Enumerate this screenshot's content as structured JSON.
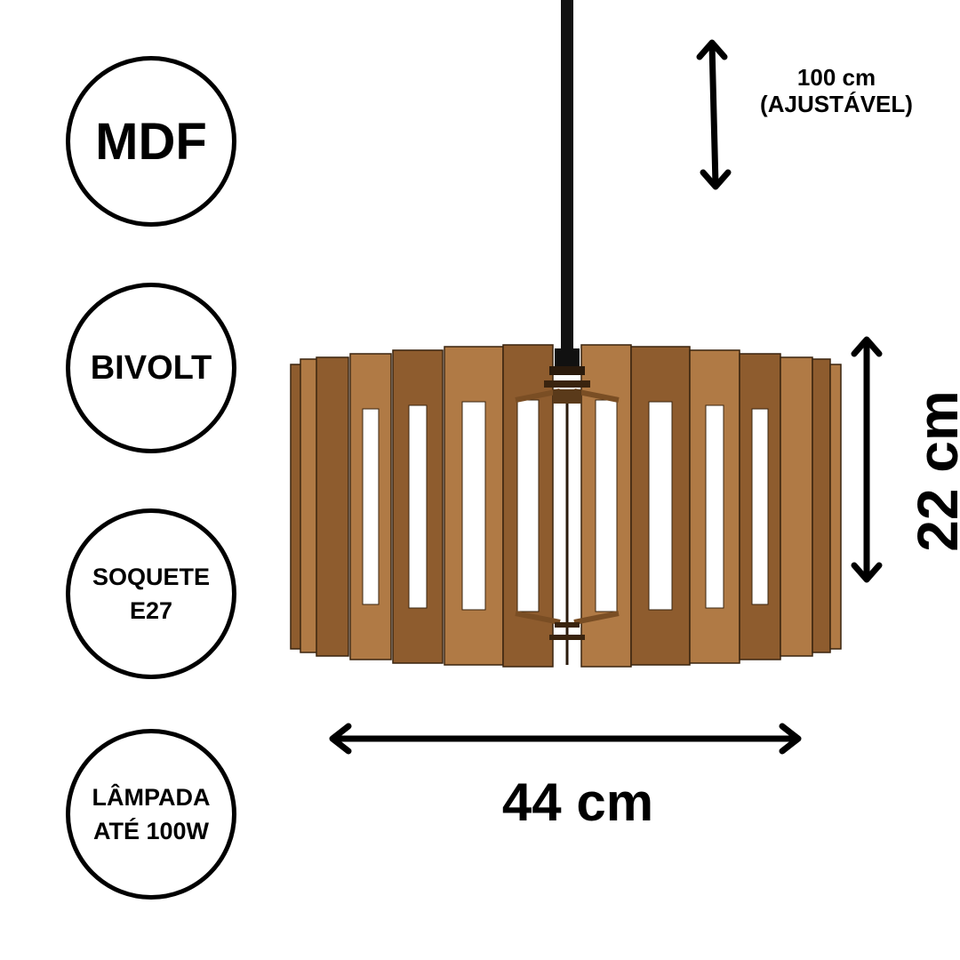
{
  "badges": {
    "material": "MDF",
    "voltage": "BIVOLT",
    "socket_line1": "SOQUETE",
    "socket_line2": "E27",
    "bulb_line1": "LÂMPADA",
    "bulb_line2": "ATÉ 100W"
  },
  "dimensions": {
    "cord_length": "100 cm",
    "cord_note": "(AJUSTÁVEL)",
    "height": "22 cm",
    "width": "44 cm"
  },
  "colors": {
    "wood": "#B07A45",
    "wood_dark": "#8E5C2E",
    "outline": "#000000"
  }
}
